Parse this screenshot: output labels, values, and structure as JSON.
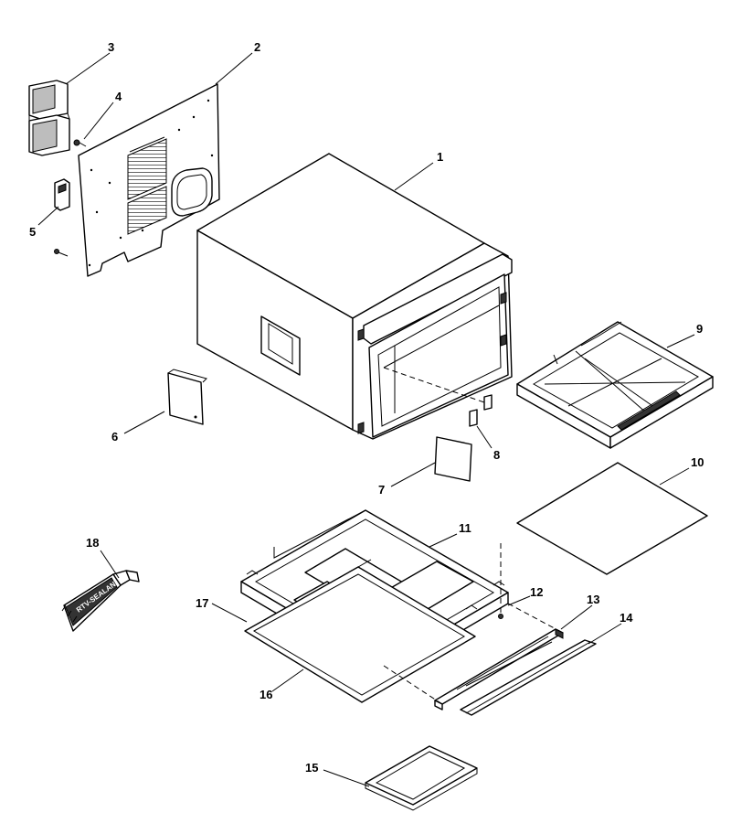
{
  "diagram": {
    "callouts": [
      {
        "id": "1",
        "text": "1"
      },
      {
        "id": "2",
        "text": "2"
      },
      {
        "id": "3",
        "text": "3"
      },
      {
        "id": "4",
        "text": "4"
      },
      {
        "id": "5",
        "text": "5"
      },
      {
        "id": "6",
        "text": "6"
      },
      {
        "id": "7",
        "text": "7"
      },
      {
        "id": "8",
        "text": "8"
      },
      {
        "id": "9",
        "text": "9"
      },
      {
        "id": "10",
        "text": "10"
      },
      {
        "id": "11",
        "text": "11"
      },
      {
        "id": "12",
        "text": "12"
      },
      {
        "id": "13",
        "text": "13"
      },
      {
        "id": "14",
        "text": "14"
      },
      {
        "id": "15",
        "text": "15"
      },
      {
        "id": "16",
        "text": "16"
      },
      {
        "id": "17",
        "text": "17"
      },
      {
        "id": "18",
        "text": "18"
      }
    ],
    "tube_text": "RTV-SEALANT"
  }
}
